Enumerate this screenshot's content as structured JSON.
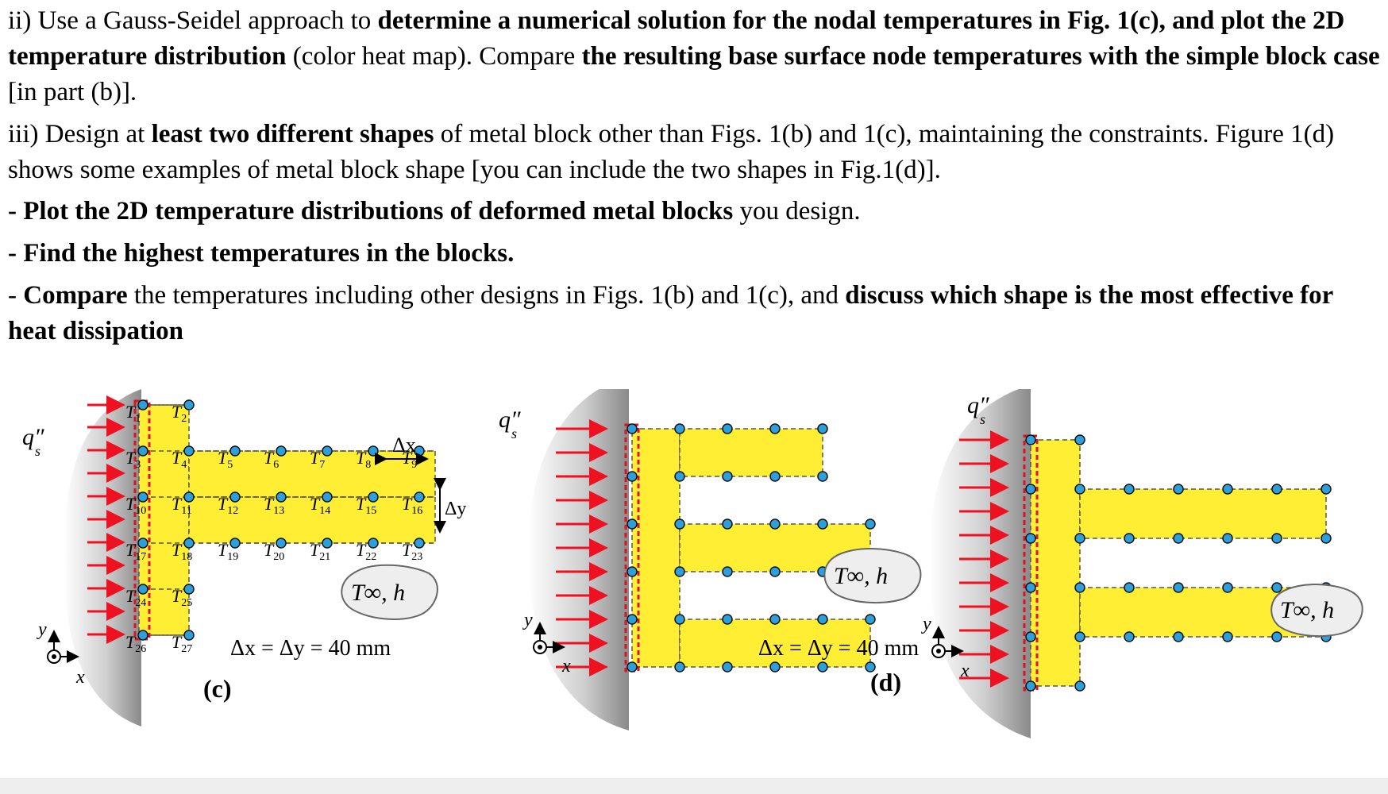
{
  "paragraphs": {
    "p1": [
      {
        "t": "ii) Use a Gauss-Seidel approach to ",
        "b": false
      },
      {
        "t": "determine a numerical solution for the nodal temperatures in Fig. 1(c), and plot the 2D temperature distribution",
        "b": true
      },
      {
        "t": " (color heat map).  Compare ",
        "b": false
      },
      {
        "t": "the resulting base surface node temperatures with the simple block case",
        "b": true
      },
      {
        "t": " [in part (b)].",
        "b": false
      }
    ],
    "p2": [
      {
        "t": "iii) Design at ",
        "b": false
      },
      {
        "t": "least two different shapes",
        "b": true
      },
      {
        "t": " of metal block other than Figs. 1(b) and 1(c), maintaining the constraints. Figure 1(d) shows some examples of metal block shape [you can include the two shapes in Fig.1(d)].",
        "b": false
      }
    ],
    "p3": [
      {
        "t": "- Plot the 2D temperature distributions of deformed metal blocks",
        "b": true
      },
      {
        "t": " you design.",
        "b": false
      }
    ],
    "p4": [
      {
        "t": "- Find the highest temperatures in the blocks.",
        "b": true
      }
    ],
    "p5": [
      {
        "t": "- ",
        "b": false
      },
      {
        "t": "Compare",
        "b": true
      },
      {
        "t": " the temperatures including other designs in Figs. 1(b) and 1(c), and ",
        "b": false
      },
      {
        "t": "discuss which shape is the most effective for heat dissipation",
        "b": true
      }
    ]
  },
  "figure": {
    "heat_flux": "q″",
    "heat_flux_sub": "s",
    "ambient": "T∞, h",
    "spacing_text": "Δx = Δy = 40 mm",
    "dx_label": "Δx",
    "dy_label": "Δy",
    "axis_x": "x",
    "axis_y": "y",
    "caption_c": "(c)",
    "caption_d": "(d)",
    "node_prefix": "T",
    "node_labels": [
      "1",
      "2",
      "3",
      "4",
      "5",
      "6",
      "7",
      "8",
      "9",
      "10",
      "11",
      "12",
      "13",
      "14",
      "15",
      "16",
      "17",
      "18",
      "19",
      "20",
      "21",
      "22",
      "23",
      "24",
      "25",
      "26",
      "27"
    ]
  },
  "colors": {
    "block_fill": "#ffee33",
    "node_fill": "#2ca0dd",
    "arrow": "#ee1122",
    "boundary": "#dd1122"
  }
}
